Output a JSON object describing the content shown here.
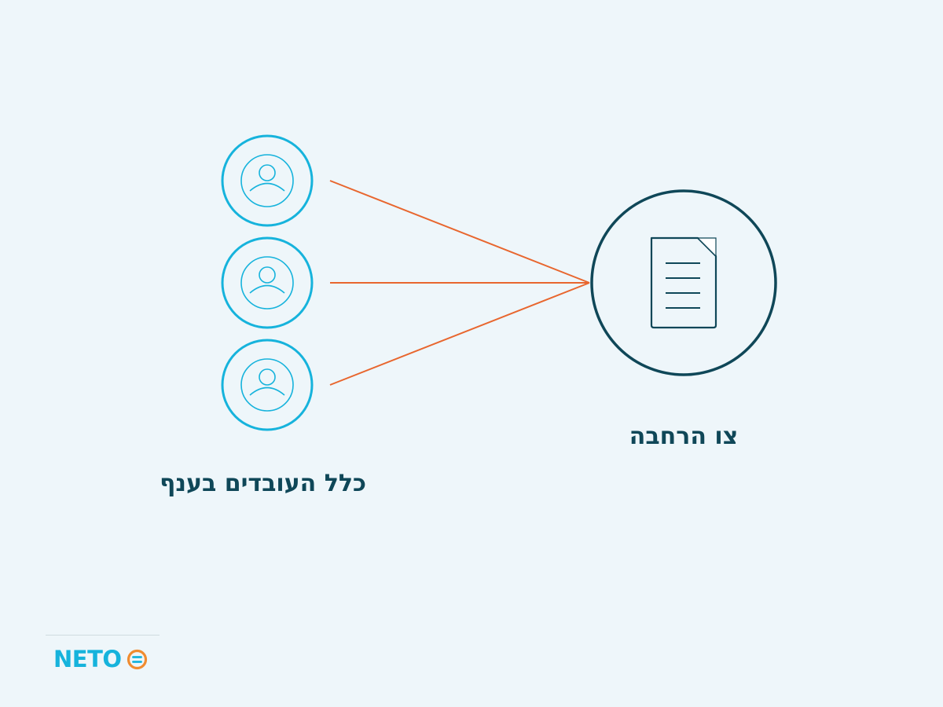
{
  "labels": {
    "employees": "כלל העובדים בענף",
    "order": "צו הרחבה"
  },
  "logo": {
    "text": "NETO"
  },
  "colors": {
    "background": "#eef6fa",
    "person_circle": "#16b3dc",
    "connector": "#e8662e",
    "document_circle": "#0f4758",
    "label_text": "#0f4758",
    "logo_text": "#16b3dc",
    "logo_accent": "#f08c30"
  },
  "icons": {
    "person": "person-icon",
    "document": "document-icon",
    "logo_mark": "logo-mark-icon"
  }
}
